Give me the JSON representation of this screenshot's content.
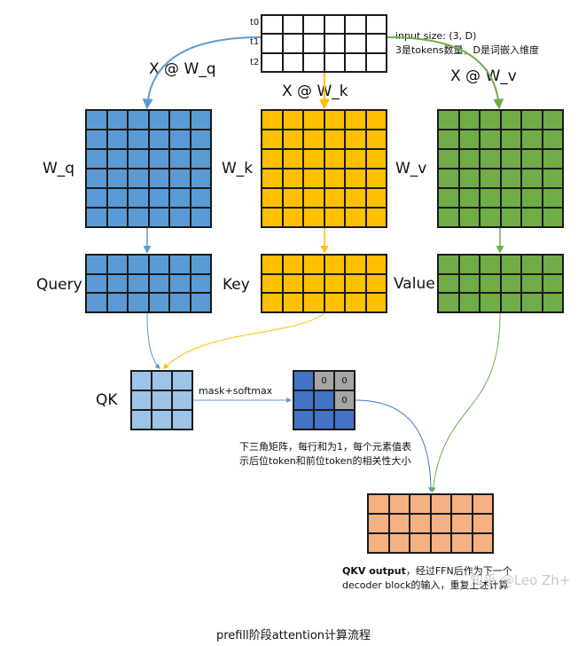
{
  "colors": {
    "blue": "#5b9bd5",
    "yellow": "#ffc000",
    "green": "#70ad47",
    "light_blue": "#9dc3e6",
    "dark_blue": "#4472c4",
    "gray": "#a5a5a5",
    "orange": "#f4b183",
    "arrow_blue": "#5b9bd5",
    "arrow_yellow": "#ffc000",
    "arrow_green": "#70ad47"
  },
  "input": {
    "row_labels": [
      "t0",
      "t1",
      "t2"
    ],
    "size_note_line1": "input size: (3, D)",
    "size_note_line2": "3是tokens数量，D是词嵌入维度"
  },
  "projections": {
    "q_label": "X @ W_q",
    "k_label": "X @ W_k",
    "v_label": "X @ W_v"
  },
  "weights": {
    "wq": "W_q",
    "wk": "W_k",
    "wv": "W_v"
  },
  "outputs": {
    "query": "Query",
    "key": "Key",
    "value": "Value"
  },
  "qk": {
    "label": "QK",
    "op_label": "mask+softmax"
  },
  "mask": {
    "cells": [
      "",
      "0",
      "0",
      "",
      "",
      "0",
      "",
      "",
      ""
    ],
    "note_line1": "下三角矩阵，每行和为1，每个元素值表",
    "note_line2": "示后位token和前位token的相关性大小"
  },
  "qkv_output": {
    "bold_part": "QKV output",
    "line1_rest": "，经过FFN后作为下一个",
    "line2": "decoder block的输入，重复上述计算"
  },
  "watermark": "知乎 @Leo Zh+",
  "caption": "prefill阶段attention计算流程"
}
